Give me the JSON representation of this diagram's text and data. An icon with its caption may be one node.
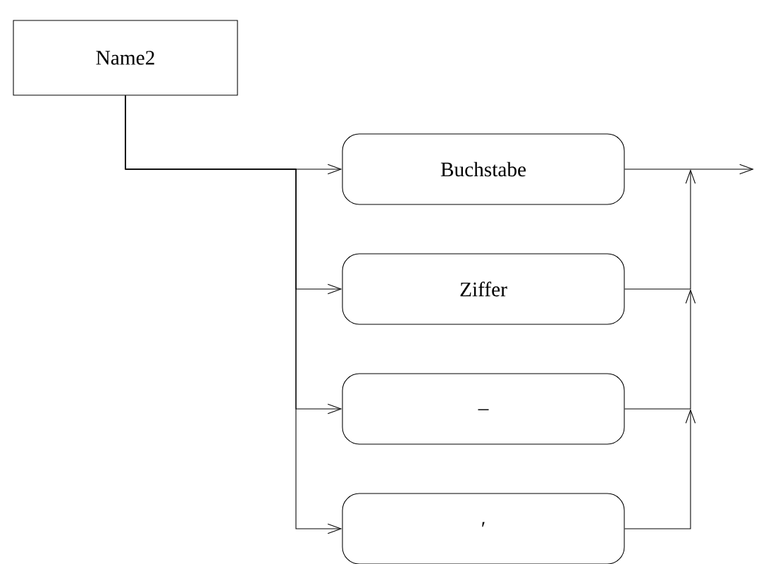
{
  "diagram": {
    "nodes": [
      {
        "text": [
          "Name2"
        ]
      },
      {
        "text": [
          "Buchstabe"
        ]
      },
      {
        "text": [
          "Ziffer"
        ]
      },
      {
        "text": [
          "_"
        ]
      },
      {
        "text": [
          "′"
        ]
      }
    ],
    "edges": [
      {
        "from": 0,
        "to": 1,
        "arrow": "to"
      },
      {
        "from": 0,
        "to": 2,
        "arrow": "to"
      },
      {
        "from": 0,
        "to": 3,
        "arrow": "to"
      },
      {
        "from": 0,
        "to": 4,
        "arrow": "to"
      },
      {
        "from": 1,
        "to": null,
        "arrow": "to"
      },
      {
        "from": 2,
        "to": null,
        "arrow": "to"
      },
      {
        "from": 3,
        "to": null,
        "arrow": "to"
      },
      {
        "from": 4,
        "to": null,
        "arrow": "to"
      }
    ]
  }
}
